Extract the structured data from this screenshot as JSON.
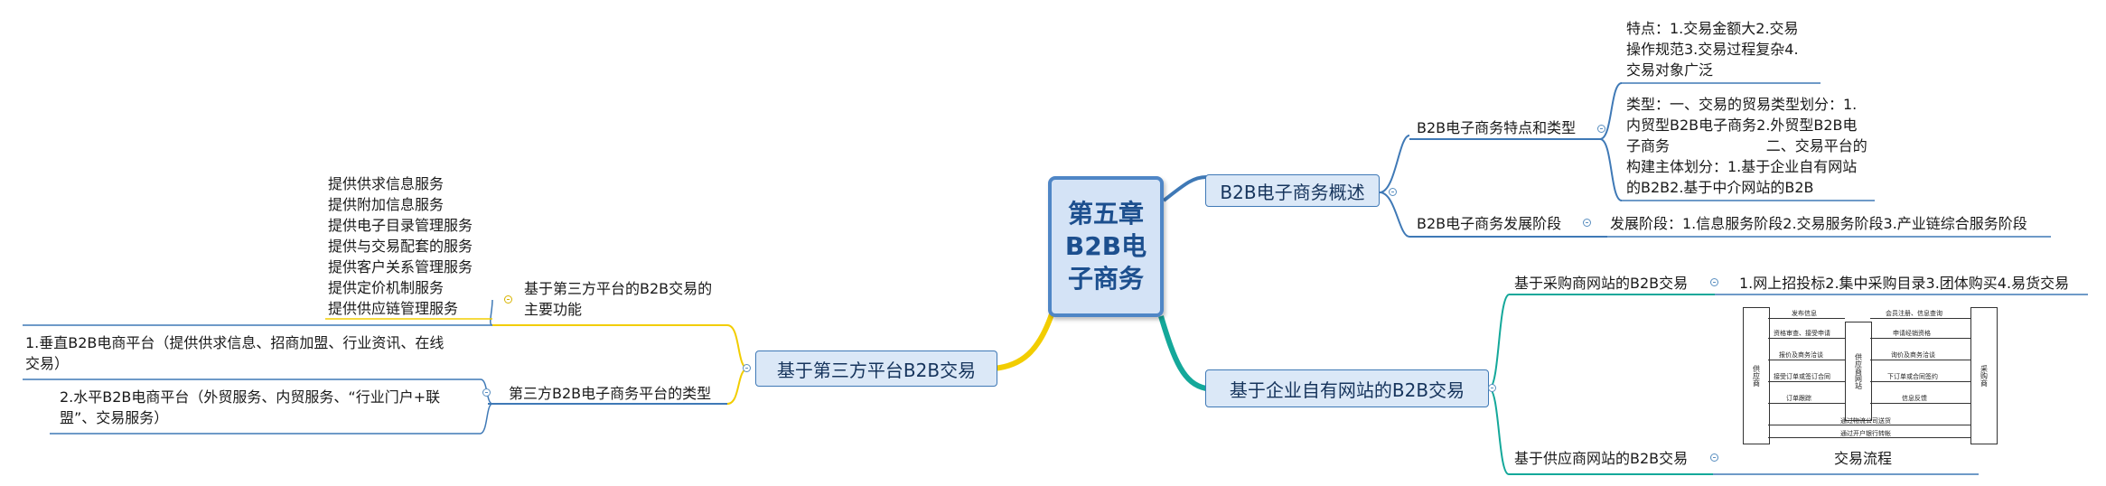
{
  "center": {
    "lines": [
      "第五章",
      "B2B电",
      "子商务"
    ]
  },
  "right": {
    "overview": {
      "label": "B2B电子商务概述",
      "features_types": {
        "label": "B2B电子商务特点和类型",
        "features": [
          "特点：1.交易金额大2.交易",
          "操作规范3.交易过程复杂4.",
          "交易对象广泛"
        ],
        "types": [
          "类型：一、交易的贸易类型划分：1.",
          "内贸型B2B电子商务2.外贸型B2B电",
          "子商务                     二、交易平台的",
          "构建主体划分：1.基于企业自有网站",
          "的B2B2.基于中介网站的B2B"
        ]
      },
      "stages": {
        "label": "B2B电子商务发展阶段",
        "value": "发展阶段：1.信息服务阶段2.交易服务阶段3.产业链综合服务阶段"
      }
    },
    "own_site": {
      "label": "基于企业自有网站的B2B交易",
      "purchaser": {
        "label": "基于采购商网站的B2B交易",
        "value": "1.网上招投标2.集中采购目录3.团体购买4.易货交易"
      },
      "supplier": {
        "label": "基于供应商网站的B2B交易",
        "value": "交易流程"
      },
      "flow": {
        "supplier_col": "供应商",
        "site_col": "供应商网站",
        "buyer_col": "采购商",
        "left_labels": [
          "发布信息",
          "资格审查、接受申请",
          "报价及商务洽谈",
          "接受订单或签订合同",
          "订单跟踪"
        ],
        "right_labels": [
          "会员注册、信息查询",
          "申请经销资格",
          "询价及商务洽谈",
          "下订单或合同签约",
          "信息反馈"
        ],
        "bottom_labels": [
          "通过物流公司送货",
          "通过开户银行转帐"
        ]
      }
    }
  },
  "left": {
    "third_party": {
      "label": "基于第三方平台B2B交易",
      "functions": {
        "label": [
          "基于第三方平台的B2B交易的",
          "主要功能"
        ],
        "items": [
          "提供供求信息服务",
          "提供附加信息服务",
          "提供电子目录管理服务",
          "提供与交易配套的服务",
          "提供客户关系管理服务",
          "提供定价机制服务",
          "提供供应链管理服务"
        ]
      },
      "platform_types": {
        "label": "第三方B2B电子商务平台的类型",
        "vertical": [
          "1.垂直B2B电商平台（提供供求信息、招商加盟、行业资讯、在线",
          "交易）"
        ],
        "horizontal": [
          "2.水平B2B电商平台（外贸服务、内贸服务、“行业门户+联",
          "盟”、交易服务）"
        ]
      }
    }
  },
  "colors": {
    "blue": "#3f79b6",
    "yellow": "#f2cd00",
    "teal": "#14a89a"
  }
}
